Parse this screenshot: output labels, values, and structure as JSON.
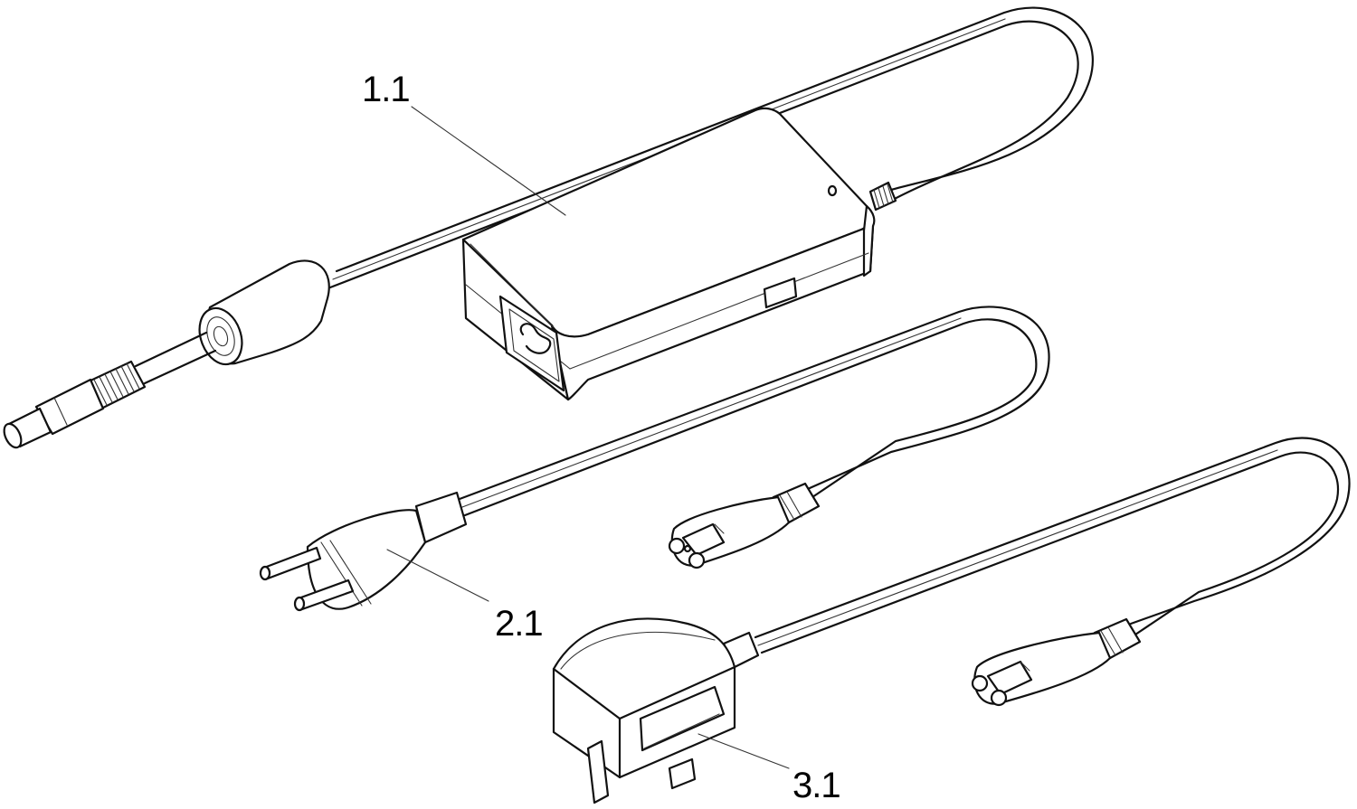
{
  "callouts": [
    {
      "id": "1.1",
      "label": "1.1"
    },
    {
      "id": "2.1",
      "label": "2.1"
    },
    {
      "id": "3.1",
      "label": "3.1"
    }
  ],
  "colors": {
    "line": "#111111",
    "background": "#ffffff"
  }
}
